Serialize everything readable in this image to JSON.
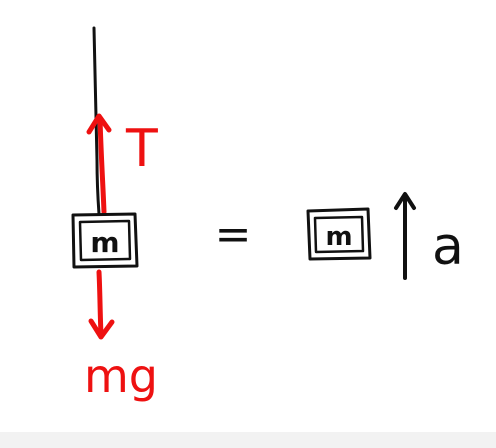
{
  "diagram": {
    "labels": {
      "tension": "T",
      "weight": "mg",
      "mass_left": "m",
      "mass_right": "m",
      "equals": "=",
      "acceleration": "a"
    },
    "colors": {
      "ink": "#111111",
      "force": "#ee1111"
    }
  }
}
